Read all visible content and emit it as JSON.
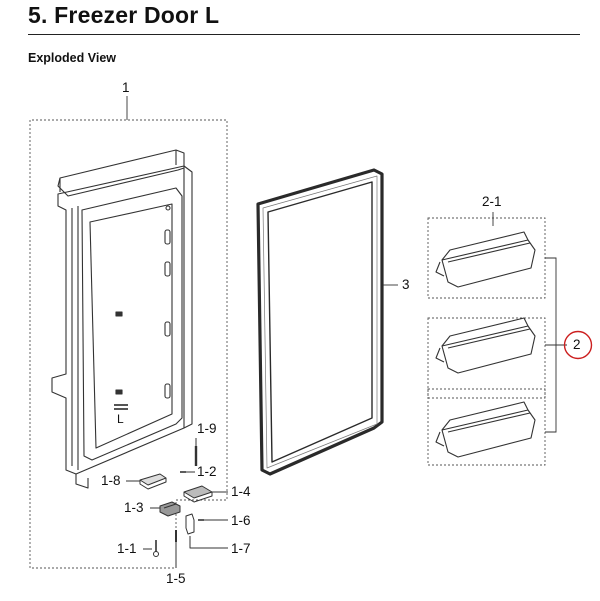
{
  "header": {
    "title": "5.  Freezer Door L",
    "subtitle": "Exploded View"
  },
  "door": {
    "inner_text": "L"
  },
  "callouts": [
    {
      "id": "1",
      "label": "1"
    },
    {
      "id": "1-1",
      "label": "1-1"
    },
    {
      "id": "1-2",
      "label": "1-2"
    },
    {
      "id": "1-3",
      "label": "1-3"
    },
    {
      "id": "1-4",
      "label": "1-4"
    },
    {
      "id": "1-5",
      "label": "1-5"
    },
    {
      "id": "1-6",
      "label": "1-6"
    },
    {
      "id": "1-7",
      "label": "1-7"
    },
    {
      "id": "1-8",
      "label": "1-8"
    },
    {
      "id": "1-9",
      "label": "1-9"
    },
    {
      "id": "2",
      "label": "2",
      "highlighted": true
    },
    {
      "id": "2-1",
      "label": "2-1"
    },
    {
      "id": "3",
      "label": "3"
    }
  ],
  "colors": {
    "line": "#222222",
    "highlight": "#cc1f1f",
    "gasket": "#2a2a2a"
  }
}
